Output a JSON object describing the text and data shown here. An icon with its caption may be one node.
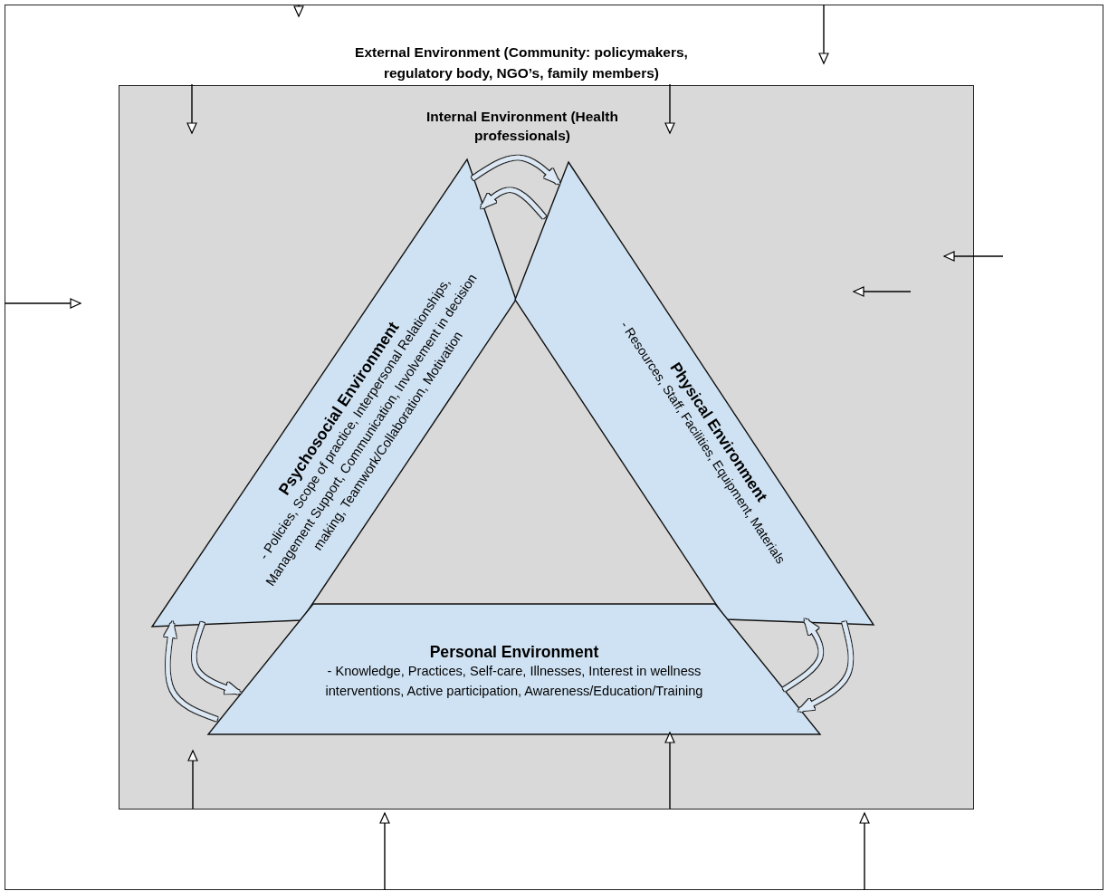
{
  "diagram": {
    "nodes": [
      {
        "text": [
          "External Environment (Community: policymakers, regulatory body, NGO’s, family members)"
        ]
      },
      {
        "text": [
          "Internal Environment (Health professionals)"
        ],
        "in": 0
      },
      {
        "text": [
          "Psychosocial Environment",
          "- Policies, Scope of practice, Interpersonal Relationships, Management Support, Communication, Involvement in decision making, Teamwork/Collaboration, Motivation"
        ],
        "in": 1
      },
      {
        "text": [
          "Physical Environment",
          "- Resources, Staff, Facilities, Equipment, Materials"
        ],
        "in": 1
      },
      {
        "text": [
          "Personal Environment",
          "- Knowledge, Practices, Self-care, Illnesses, Interest in wellness interventions, Active participation, Awareness/Education/Training"
        ],
        "in": 1
      }
    ],
    "edges": [
      {
        "from": 2,
        "to": 3,
        "arrow": "to",
        "style": "thick",
        "color": "#dce9f5"
      },
      {
        "from": 3,
        "to": 2,
        "arrow": "to",
        "style": "thick",
        "color": "#dce9f5"
      },
      {
        "from": 2,
        "to": 4,
        "arrow": "to",
        "style": "thick",
        "color": "#dce9f5"
      },
      {
        "from": 4,
        "to": 2,
        "arrow": "to",
        "style": "thick",
        "color": "#dce9f5"
      },
      {
        "from": 4,
        "to": 3,
        "arrow": "to",
        "style": "thick",
        "color": "#dce9f5"
      },
      {
        "from": 3,
        "to": 4,
        "arrow": "to",
        "style": "thick",
        "color": "#dce9f5"
      },
      {
        "from": null,
        "to": 0,
        "arrow": "to"
      },
      {
        "from": 0,
        "to": 1,
        "arrow": "to"
      },
      {
        "from": 1,
        "to": null,
        "arrow": "to"
      },
      {
        "from": 1,
        "to": null,
        "arrow": "to"
      },
      {
        "from": 0,
        "to": null,
        "arrow": "to"
      },
      {
        "from": null,
        "to": 1,
        "arrow": "to"
      },
      {
        "from": 1,
        "to": 4,
        "arrow": "to"
      },
      {
        "from": 1,
        "to": 4,
        "arrow": "to"
      },
      {
        "from": 0,
        "to": 1,
        "arrow": "to"
      },
      {
        "from": 0,
        "to": 1,
        "arrow": "to"
      }
    ]
  }
}
